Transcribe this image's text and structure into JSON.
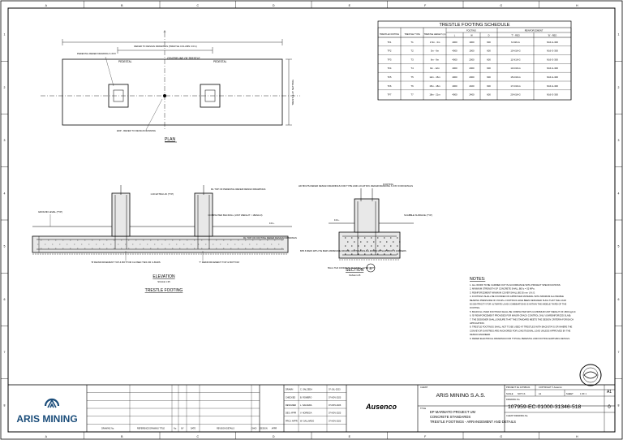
{
  "grid_letters": [
    "A",
    "B",
    "C",
    "D",
    "E",
    "F",
    "G",
    "H"
  ],
  "grid_numbers": [
    "1",
    "2",
    "3",
    "4",
    "5",
    "6",
    "7",
    "8"
  ],
  "schedule": {
    "title": "TRESTLE FOOTING SCHEDULE",
    "head_main": [
      "TRESTLE FOOTING",
      "TRESTLE TYPE",
      "TRESTLE HEIGHT (m)",
      "FOOTING",
      "REINFORCEMENT"
    ],
    "head_sub": [
      "L",
      "W",
      "D",
      "'T' - REO",
      "'B' - REO"
    ],
    "rows": [
      [
        "TF1",
        "T1",
        "1.5m - 3m",
        "4000",
        "1900",
        "600",
        "6-N16-G",
        "N16-G-300"
      ],
      [
        "TF2",
        "T2",
        "3m - 6m",
        "4000",
        "1900",
        "600",
        "10-N16-G",
        "N16-G-300"
      ],
      [
        "TF3",
        "T3",
        "6m - 9m",
        "4000",
        "2000",
        "600",
        "11-N16-G",
        "N16-G-300"
      ],
      [
        "TF4",
        "T4",
        "9m - 12m",
        "4000",
        "2000",
        "600",
        "13-N16-G",
        "N16-G-300"
      ],
      [
        "TF5",
        "T5",
        "12m - 15m",
        "4000",
        "2000",
        "600",
        "15-N16-G",
        "N16-G-300"
      ],
      [
        "TF6",
        "T6",
        "15m - 18m",
        "4000",
        "2400",
        "600",
        "17-N16-G",
        "N16-G-300"
      ],
      [
        "TF7",
        "T7",
        "18m - 21m",
        "4000",
        "2400",
        "600",
        "20-N16-G",
        "N16-G-300"
      ]
    ]
  },
  "plan": {
    "label": "PLAN",
    "pedestal_left": "PEDESTAL",
    "pedestal_right": "PEDESTAL",
    "cl_label": "CENTRELINE OF TRESTLE",
    "note_ref": "PEDESTAL REFER DRAWING X-XXX",
    "dim_note": "REFER TO DESIGN DRAWINGS (TRESTLE COLUMN C/C's)",
    "side_dim": "TRESTLE AT SETTING",
    "bottom_note": "EDP - REFER TO DESIGN DRAWING"
  },
  "elevation": {
    "label": "ELEVATION",
    "scale": "SCALE 1:25",
    "group_label": "TRESTLE FOOTING",
    "ngl_left": "GROUND LEVEL (TYP)",
    "top_ped": "RL TOP OF PEDESTAL REFER DESIGN DRAWINGS",
    "conc": "1:20 EXTRA LID (TYP)",
    "backfill": "COMPACTED BACKFILL (UNIT WEIGHT > 18kN/m3)",
    "ffl": "F.F.L.",
    "reo_left": "'B' REINFORCEMENT TOP & BOTTOM CLOSED TIES OR U-BARS",
    "reo_right": "'T' REINFORCEMENT TOP & BOTTOM",
    "top_footing": "RL TOP OF FOOTING REFER DESIGN DRAWINGS"
  },
  "section": {
    "label": "SECTION",
    "scale": "SCALE 1:25",
    "marker": "A",
    "hd_bolts": "HD BOLTS REFER DESIGN DRAWINGS FOR TYPE AND LOCATION. REFER DRAWING X-XXX FOR DETAILS",
    "footing": "FOOTING",
    "surface": "SCABBLE SURFACE (TYP)",
    "ffl": "F.F.L.",
    "ties": "BPS 6 BARS WITH TIE BARS MINIMUM 12 ROUND, CONTINUOUS ALL ROUND WITH APPROX. 6 CORNERS",
    "blinding": "50mm THK CONCRETE BLINDING LAYER (TYP)"
  },
  "notes": {
    "title": "NOTES:",
    "items": [
      "1.   ALL WORK TO BE CARRIED OUT IN ACCORDANCE WITH PROJECT SPECIFICATIONS.",
      "2.   MINIMUM STRENGTH OF CONCRETE SHALL BE fc = 32 MPa.",
      "3.   REINFORCEMENT MINIMUM COVER SHALL BE 50 mm U.N.O.",
      "4.   FOOTINGS SHALL BE FOUNDED ON APPROVED MATERIAL WITH MINIMUM ALLOWABLE",
      "     BEARING PRESSURE OF 150 kPa. FOOTINGS HAVE BEEN DESIGNED SUCH THAT THE LOAD",
      "     ECCENTRICITY FOR ULTIMATE LOAD COMBINATIONS IS WITHIN THE MIDDLE THIRD OF THE",
      "     FOOTING.",
      "5.   BACKFILL OVER FOOTINGS SHALL BE COMPACTED WITH A MINIMUM UNIT WEIGHT OF 1800 kg/m3.",
      "6.   'B' REINFORCEMENT PROVIDED FOR MINOR CRACK CONTROL ONLY (UNREINFORCED SLAB).",
      "7.   THE DESIGNER SHALL ENSURE THAT THE STANDARD MEETS THE DESIGN CRITERIA FOR EACH",
      "     APPLICATION.",
      "8.   TRESTLE FOOTINGS SHALL NOT TO BE USED AT TRESTLES WITH BACKSTAYS OR WHERE THE",
      "     CONVEYOR GANTRIES ARE ANCHORED FOR LONGITUDINAL LOAD UNLESS APPROVED BY THE",
      "     DESIGN ENGINEER.",
      "9.   REFER ELECTRICAL DRAWINGS FOR TYPICAL PEDESTAL AND FOOTING EARTHING DETAILS."
    ]
  },
  "title_block": {
    "company_logo": "ARIS MINING",
    "client_label": "CLIENT",
    "client": "ARIS MINING S.A.S.",
    "consultant": "Ausenco",
    "title_label": "TITLE",
    "title_lines": [
      "EP MARMATO PROJECT UM",
      "CONCRETE STANDARDS",
      "TRESTLE FOOTINGS - ARRANGEMENT AND DETAILS"
    ],
    "project_no_label": "PROJECT No.",
    "project_no": "107959-01",
    "copyright": "COPYRIGHT © Ausenco",
    "scale_label": "SCALE",
    "scale": "NOT 1S",
    "size": "A1",
    "sheet_label": "SHEET",
    "sheet": "1 OF 1",
    "drawing_no_label": "DRAWING No.",
    "drawing_no": "107959-EC-01000-31346-518",
    "rev": "0",
    "client_dwg": "CLIENT DRAWING No.",
    "rev_cols": [
      "DRAWING No.",
      "REFERENCE DRAWING TITLE",
      "No.",
      "BY",
      "DATE",
      "REVISION DETAILS",
      "CHKD",
      "DESIGN",
      "APPR"
    ],
    "sign_rows": [
      [
        "DRAWN",
        "C. SALCEDA",
        "07-JUL-2023"
      ],
      [
        "CHECKED",
        "B. ROMERO",
        "07-NOV-2023"
      ],
      [
        "DESIGNED",
        "L. SALCEDA",
        "07-NOV-2023"
      ],
      [
        "DES. APPR",
        "V. NORIEGA",
        "07-NOV-2023"
      ],
      [
        "PROJ. APPR",
        "W. GALLARDO",
        "07-NOV-2023"
      ]
    ]
  }
}
